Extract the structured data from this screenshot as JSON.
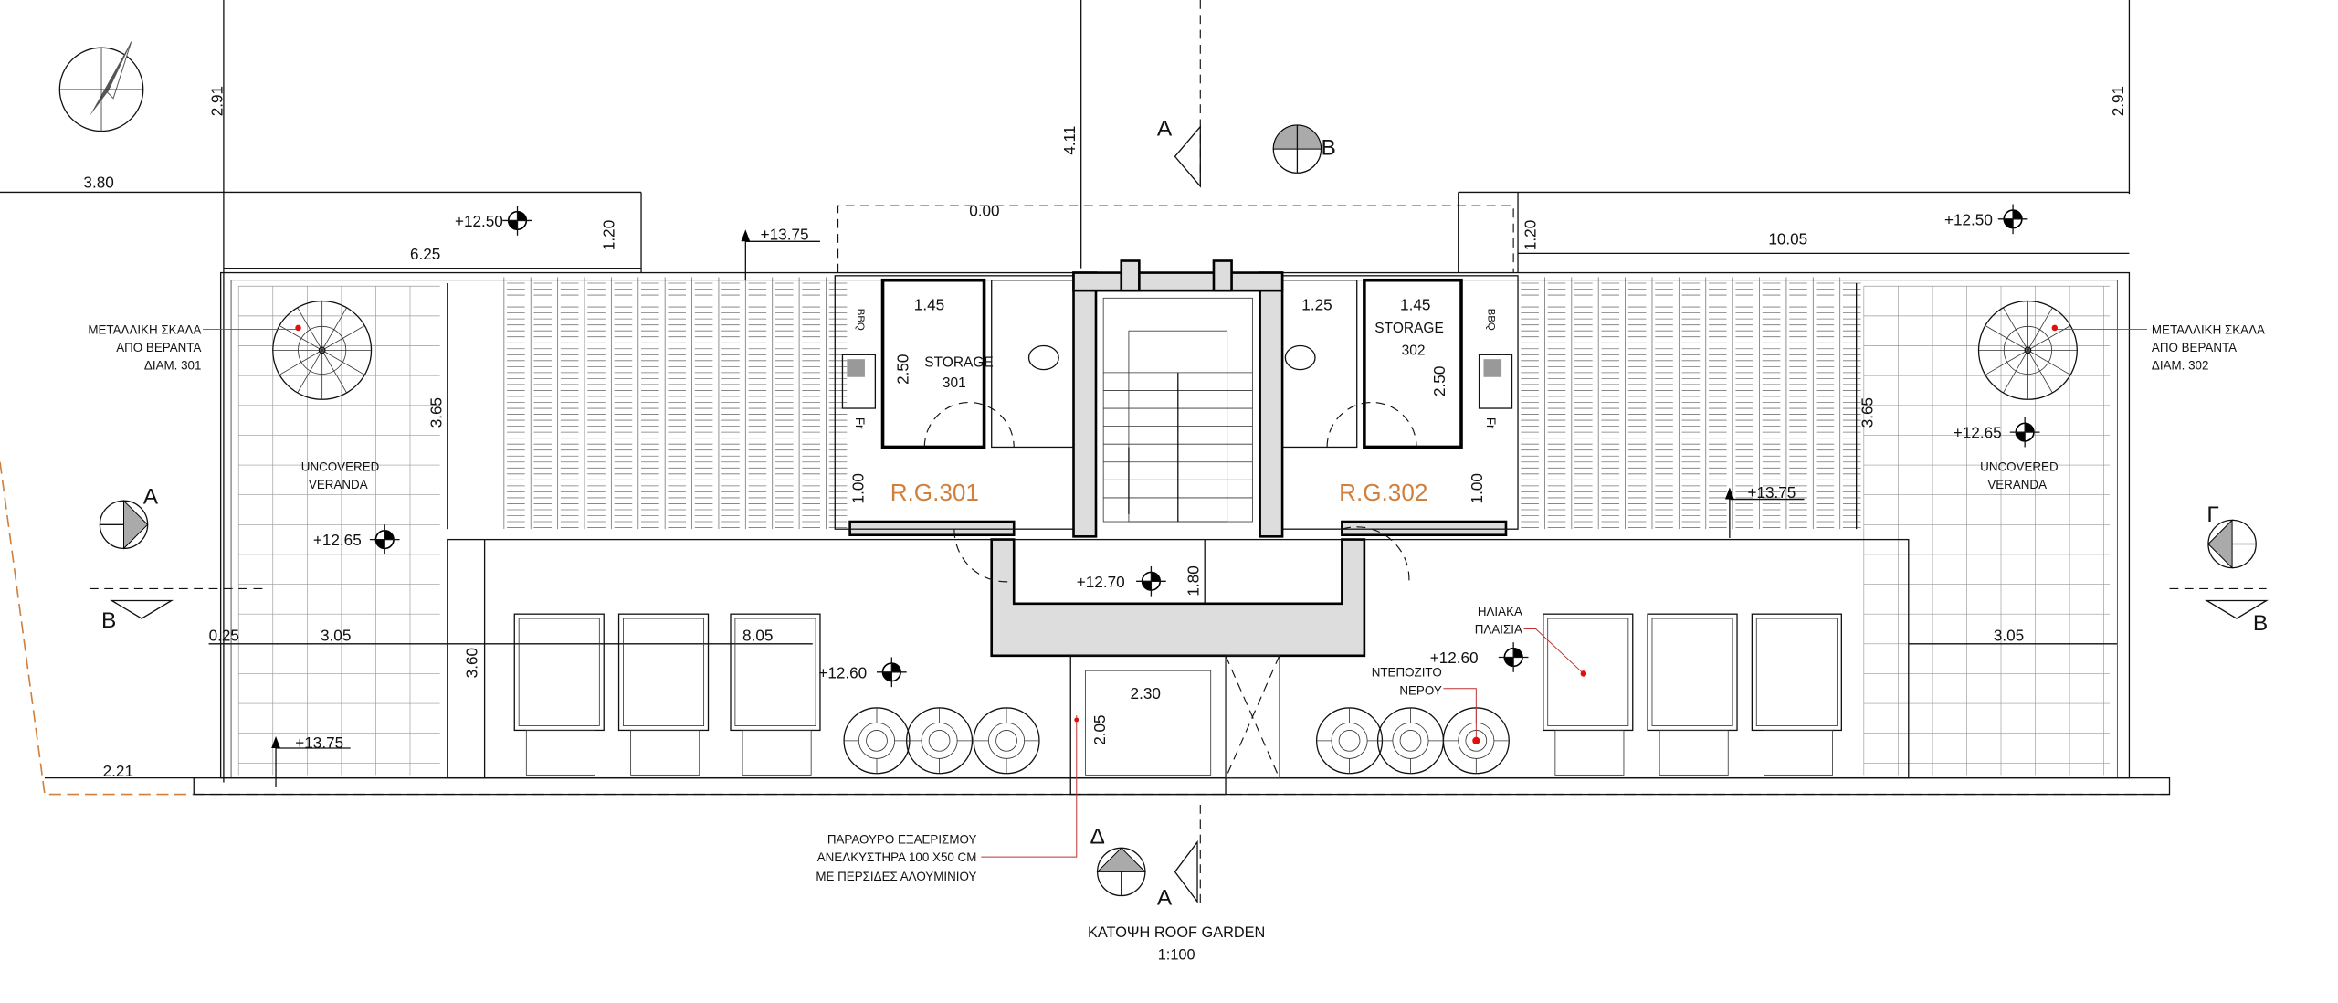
{
  "title": "ΚΑΤΟΨΗ ROOF GARDEN",
  "scale": "1:100",
  "colors": {
    "unit_label": "#d0803c",
    "leader": "#c03030",
    "property_line": "#d0803c",
    "marker_dot": "#e01010"
  },
  "icons": [
    "north-arrow-icon",
    "level-marker-icon",
    "section-marker-icon",
    "spiral-stair-icon",
    "water-tank-icon",
    "solar-panel-icon",
    "sink-icon",
    "toilet-icon"
  ],
  "units": {
    "left": "R.G.301",
    "right": "R.G.302"
  },
  "rooms": {
    "storage_left": [
      "STORAGE",
      "301"
    ],
    "storage_right": [
      "STORAGE",
      "302"
    ],
    "veranda_left": [
      "UNCOVERED",
      "VERANDA"
    ],
    "veranda_right": [
      "UNCOVERED",
      "VERANDA"
    ],
    "bbq": "BBQ",
    "fridge": "Fr"
  },
  "dimensions": {
    "d291_left": "2.91",
    "d291_right": "2.91",
    "d380": "3.80",
    "d411": "4.11",
    "d120_left": "1.20",
    "d120_right": "1.20",
    "d625": "6.25",
    "d1005": "10.05",
    "d000": "0.00",
    "d365_left": "3.65",
    "d365_right": "3.65",
    "d145_left": "1.45",
    "d145_right": "1.45",
    "d125": "1.25",
    "d250_left": "2.50",
    "d250_right": "2.50",
    "d100_left": "1.00",
    "d100_right": "1.00",
    "d180": "1.80",
    "d025": "0.25",
    "d305_left": "3.05",
    "d805": "8.05",
    "d305_right": "3.05",
    "d360": "3.60",
    "d230": "2.30",
    "d205": "2.05",
    "d221": "2.21"
  },
  "levels": {
    "l1250_left": "+12.50",
    "l1250_right": "+12.50",
    "l1375_top": "+13.75",
    "l1375_right": "+13.75",
    "l1375_bottom": "+13.75",
    "l1265_left": "+12.65",
    "l1265_right": "+12.65",
    "l1270": "+12.70",
    "l1260_left": "+12.60",
    "l1260_right": "+12.60"
  },
  "sections": {
    "a_top": "A",
    "b_top": "B",
    "a_left": "A",
    "b_left": "B",
    "gamma_right": "Γ",
    "b_right": "B",
    "delta_bottom": "Δ",
    "a_bottom": "A"
  },
  "notes": {
    "stair_left": [
      "ΜΕΤΑΛΛΙΚΗ ΣΚΑΛΑ",
      "ΑΠΟ ΒΕΡΑΝΤΑ",
      "ΔΙΑΜ. 301"
    ],
    "stair_right": [
      "ΜΕΤΑΛΛΙΚΗ ΣΚΑΛΑ",
      "ΑΠΟ ΒΕΡΑΝΤΑ",
      "ΔΙΑΜ. 302"
    ],
    "solar": [
      "ΗΛΙΑΚΑ",
      "ΠΛΑΙΣΙΑ"
    ],
    "tank": [
      "ΝΤΕΠΟΖΙΤΟ",
      "ΝΕΡΟΥ"
    ],
    "vent": [
      "ΠΑΡΑΘΥΡΟ ΕΞΑΕΡΙΣΜΟΥ",
      "ΑΝΕΛΚΥΣΤΗΡΑ 100 X50 CM",
      "ΜΕ ΠΕΡΣΙΔΕΣ ΑΛΟΥΜΙΝΙΟΥ"
    ]
  }
}
